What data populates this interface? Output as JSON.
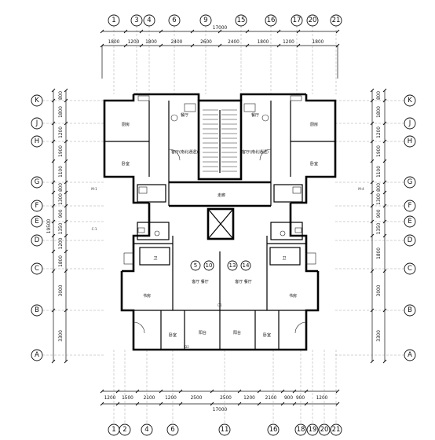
{
  "top_axes": [
    "1",
    "3",
    "4",
    "6",
    "9",
    "15",
    "16",
    "17",
    "20",
    "21"
  ],
  "bottom_axes": [
    "1",
    "2",
    "4",
    "6",
    "11",
    "16",
    "18",
    "19",
    "20",
    "21"
  ],
  "side_axes": [
    "K",
    "J",
    "H",
    "G",
    "F",
    "E",
    "D",
    "C",
    "B",
    "A"
  ],
  "top_total": "17000",
  "bottom_total": "17000",
  "top_dims": [
    "1800",
    "1200",
    "1800",
    "2400",
    "2600",
    "2400",
    "1800",
    "1200",
    "1800"
  ],
  "bottom_dims": [
    "1200",
    "1500",
    "2100",
    "1200",
    "2500",
    "2500",
    "1200",
    "2100",
    "900",
    "900",
    "1200"
  ],
  "left_dims": [
    "800",
    "1800",
    "1200",
    "1900",
    "1100",
    "800",
    "1300",
    "900",
    "1350",
    "1200",
    "1800",
    "3000",
    "3300"
  ],
  "left_total": "19500",
  "right_dims": [
    "800",
    "1800",
    "1200",
    "1900",
    "1100",
    "800",
    "1300",
    "900",
    "1350",
    "1800",
    "3000",
    "3300"
  ],
  "interior_axes": [
    "5",
    "10",
    "13",
    "14"
  ],
  "room_labels": {
    "kitchen_left": "厨房",
    "kitchen_right": "厨房",
    "dining_left": "餐厅",
    "dining_right": "餐厅",
    "living_left": "客厅(南北通透)",
    "living_right": "客厅(南北通透)",
    "hall": "走廊",
    "bed_left": "卧室",
    "bed_right": "卧室",
    "study_left": "书房",
    "study_right": "书房",
    "bed_bl": "卧室",
    "bed_br": "卧室",
    "living_bl": "客厅  餐厅",
    "living_br": "客厅  餐厅",
    "bath_left": "卫",
    "bath_right": "卫",
    "balcony_left": "阳台",
    "balcony_right": "阳台",
    "marker_d1": "D1",
    "marker_d2": "D2",
    "label_m1": "M-1",
    "label_m4": "M-4",
    "label_c1": "C-1"
  },
  "colors": {
    "line": "#000000",
    "background": "#ffffff"
  }
}
